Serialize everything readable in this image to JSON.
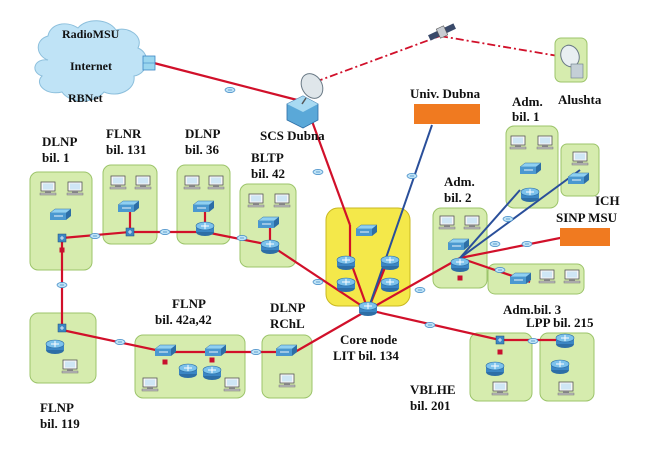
{
  "labels": {
    "radiomsu": "RadioMSU",
    "internet": "Internet",
    "rbnet": "RBNet",
    "scs_dubna": "SCS Dubna",
    "univ_dubna": "Univ. Dubna",
    "adm_bil1_a": "Adm.",
    "adm_bil1_b": "bil. 1",
    "alushta": "Alushta",
    "dlnp_bil1_a": "DLNP",
    "dlnp_bil1_b": "bil. 1",
    "flnr_a": "FLNR",
    "flnr_b": "bil. 131",
    "dlnp_bil36_a": "DLNP",
    "dlnp_bil36_b": "bil. 36",
    "bltp_a": "BLTP",
    "bltp_b": "bil. 42",
    "adm_bil2_a": "Adm.",
    "adm_bil2_b": "bil. 2",
    "ich": "ICH",
    "sinp_msu": "SINP MSU",
    "adm_bil3": "Adm.bil. 3",
    "lpp": "LPP bil. 215",
    "flnp42_a": "FLNP",
    "flnp42_b": "bil. 42a,42",
    "dlnp_rchl_a": "DLNP",
    "dlnp_rchl_b": "RChL",
    "core_a": "Core node",
    "core_b": "LIT bil. 134",
    "vblhe_a": "VBLHE",
    "vblhe_b": "bil. 201",
    "flnp119_a": "FLNP",
    "flnp119_b": "bil. 119"
  },
  "colors": {
    "building_fill": "#d6ecae",
    "building_stroke": "#9cc46a",
    "core_fill": "#f4e84a",
    "link_red": "#d1102a",
    "link_blue": "#2a4f9a",
    "device_blue": "#5aa8d8",
    "cloud_blue": "#bfe3f6",
    "orange_box": "#f07a20"
  },
  "icons": [
    "cloud-icon",
    "satellite-dish-icon",
    "satellite-icon",
    "router-icon",
    "switch-icon",
    "workstation-icon",
    "gateway-box-icon"
  ]
}
